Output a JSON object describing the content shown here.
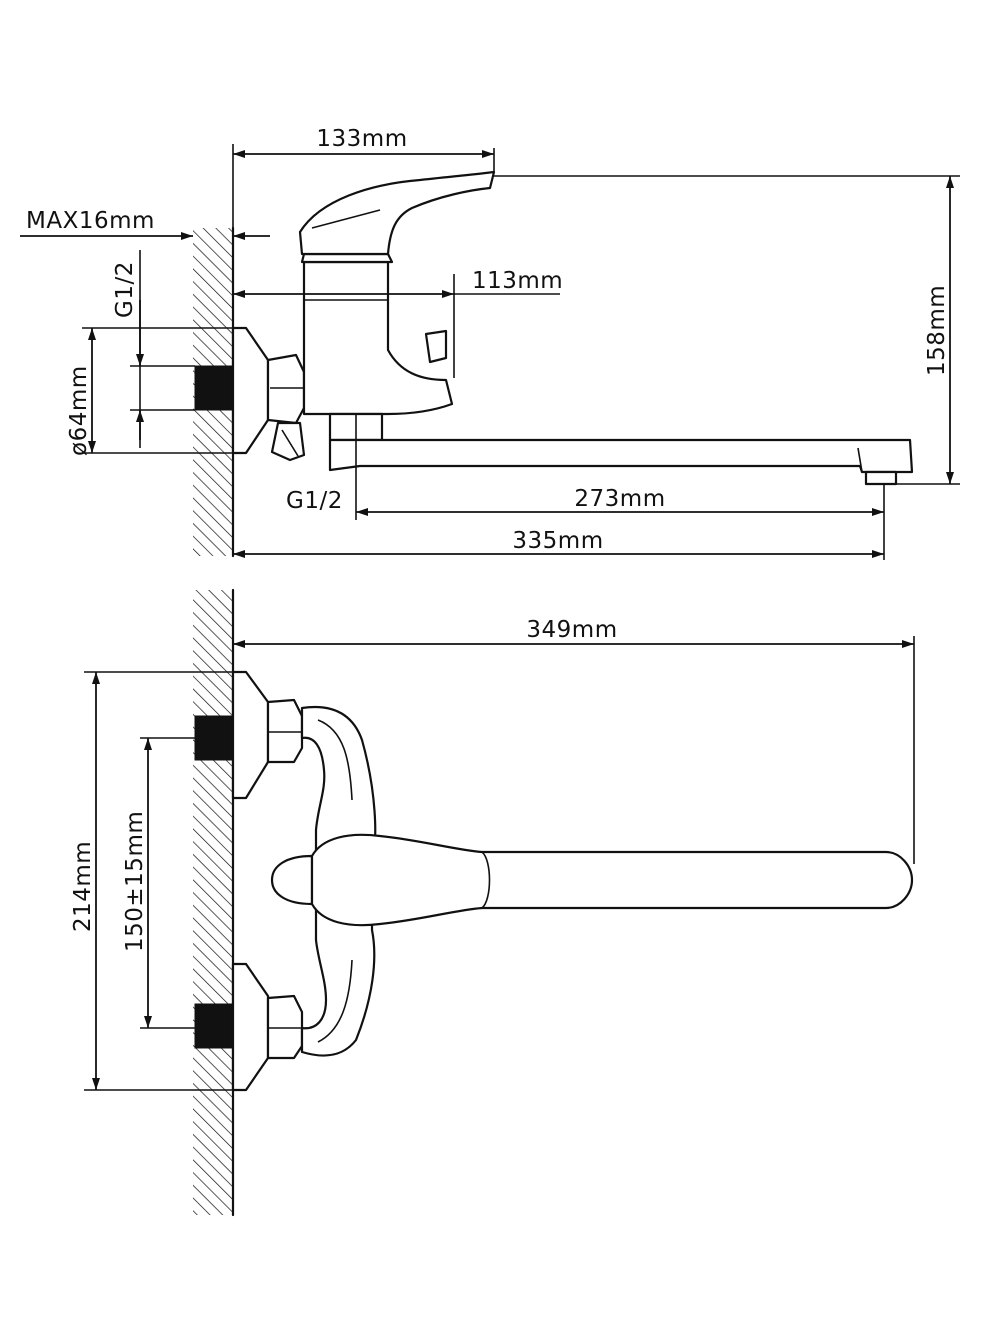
{
  "dimensions": {
    "top_spout_height": "133mm",
    "wall_max": "MAX16mm",
    "thread_left": "G1/2",
    "body_reach": "113mm",
    "flange_diameter": "ø64mm",
    "height": "158mm",
    "thread_bottom": "G1/2",
    "spout_length": "273mm",
    "total_reach": "335mm",
    "total_length": "349mm",
    "overall_width": "214mm",
    "centers": "150±15mm"
  },
  "colors": {
    "line": "#111111",
    "background": "#ffffff"
  }
}
